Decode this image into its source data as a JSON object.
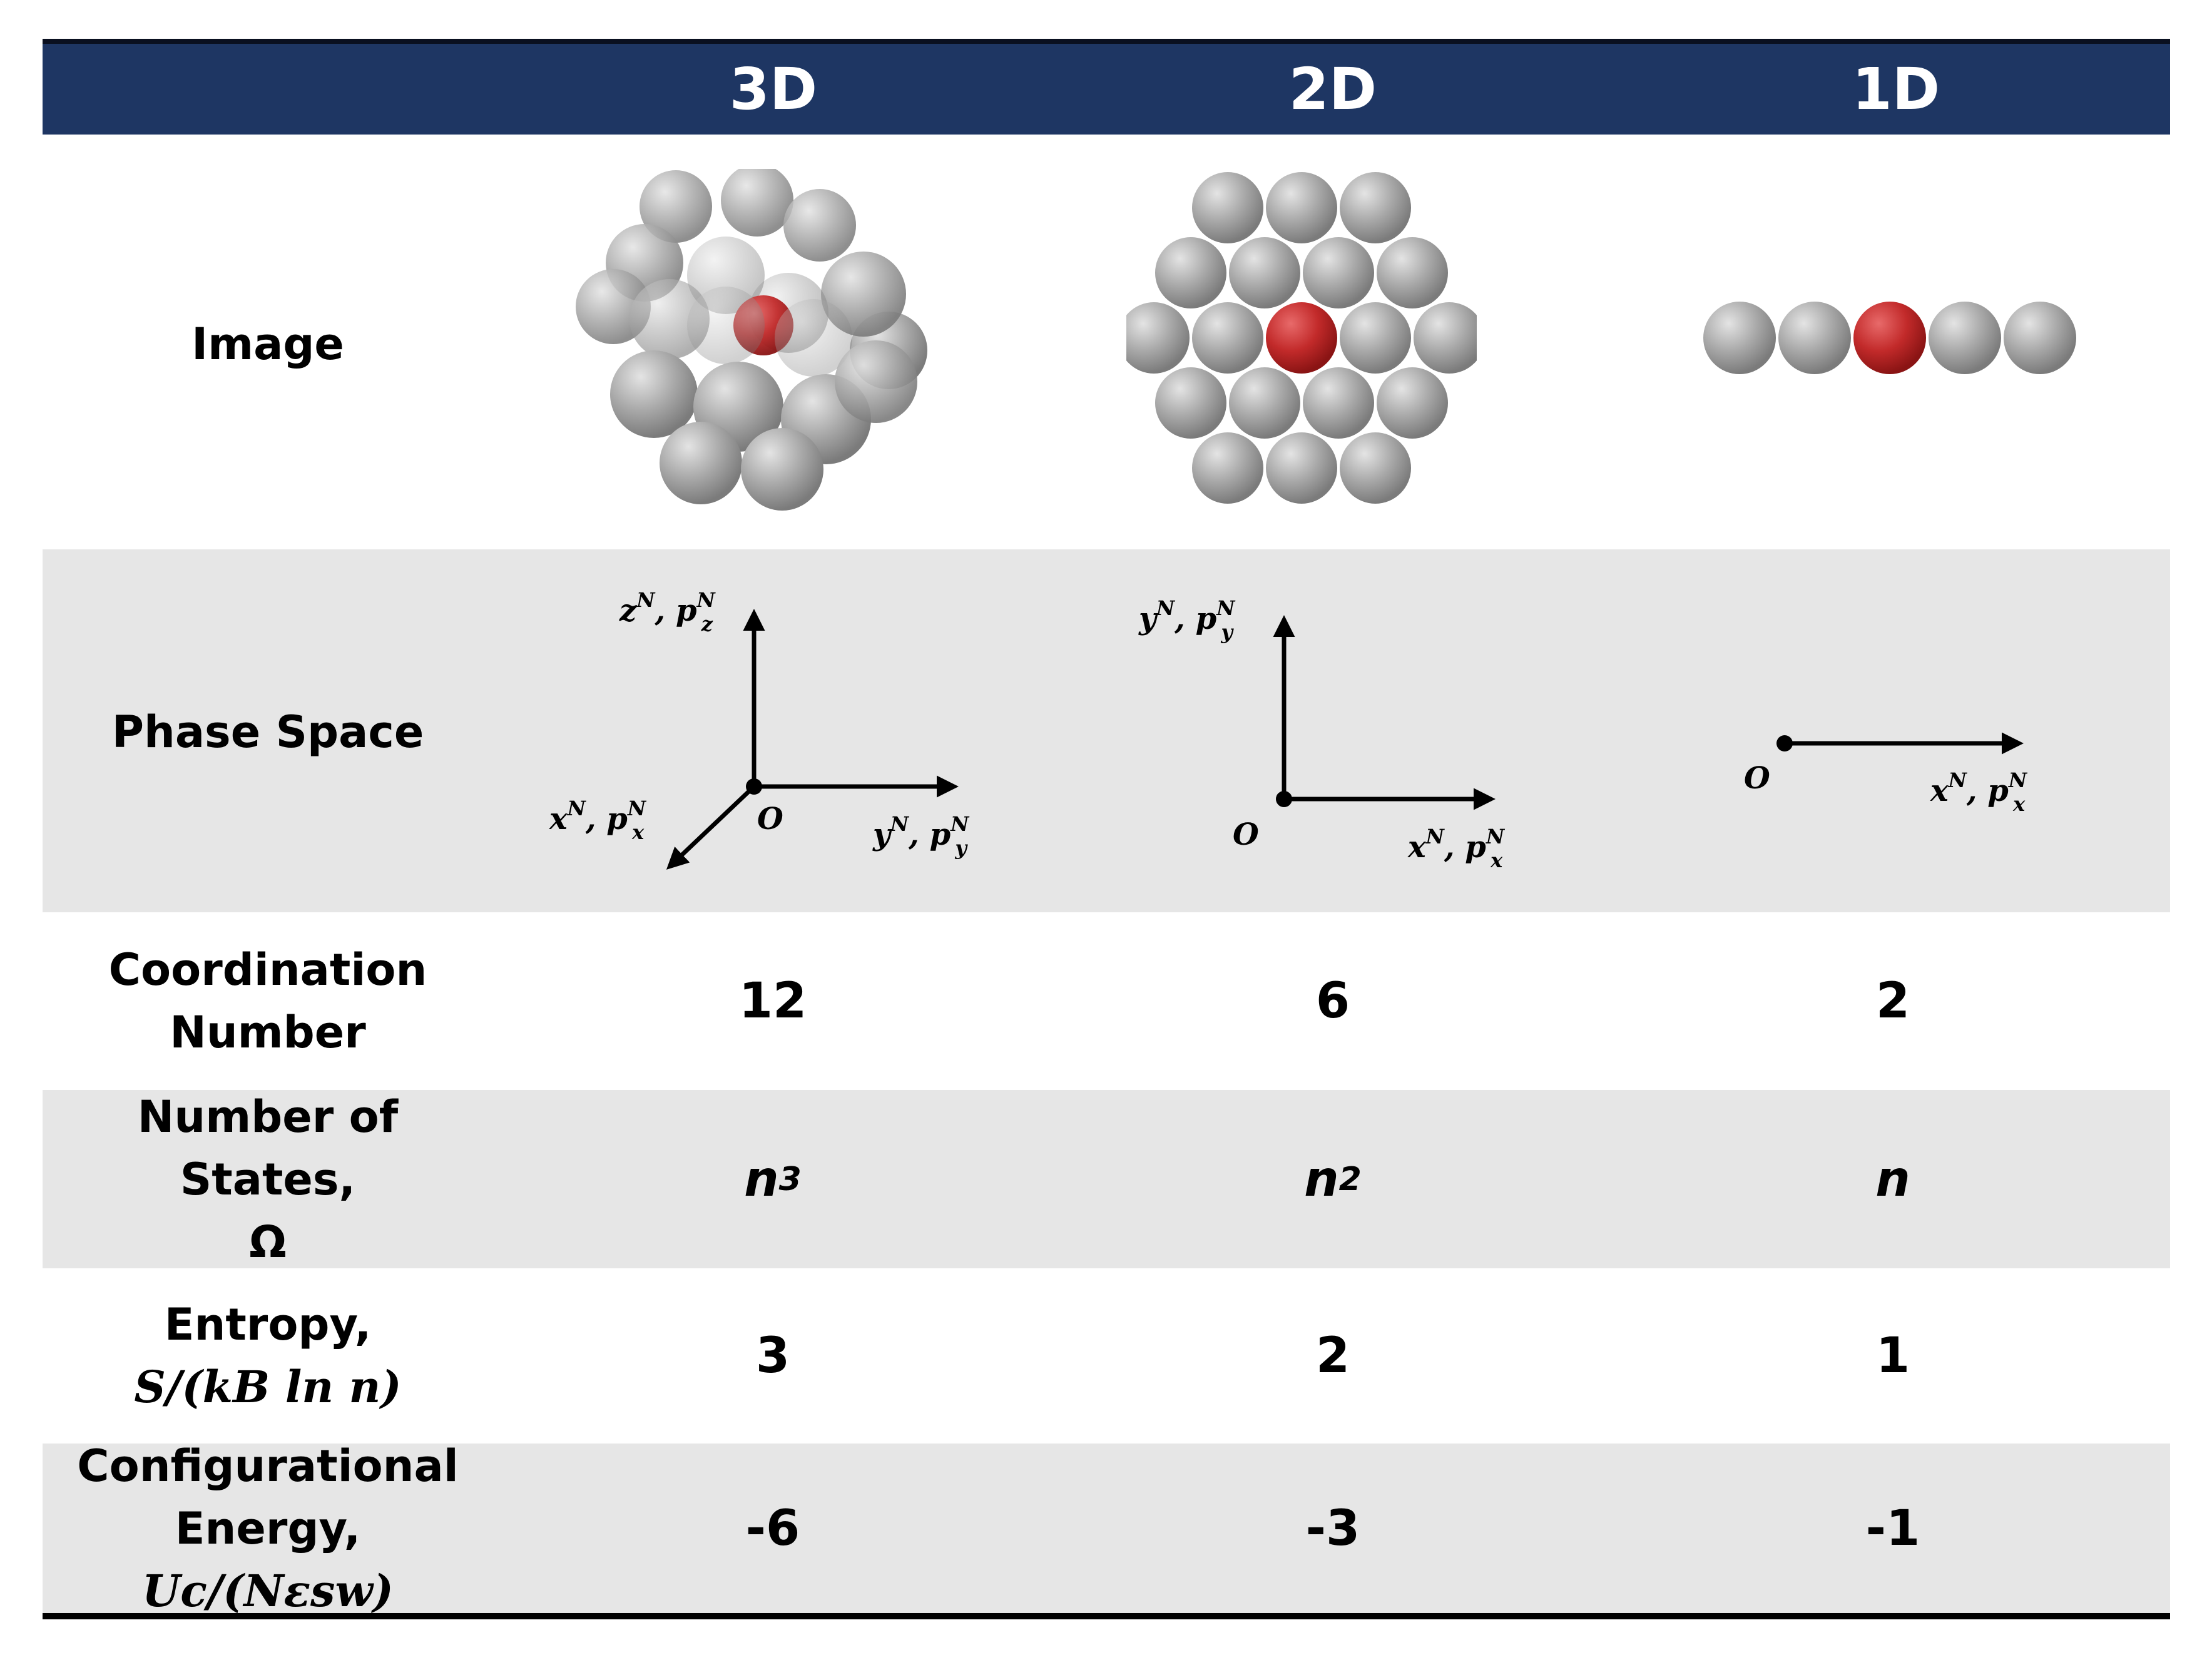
{
  "header": {
    "cols": [
      "3D",
      "2D",
      "1D"
    ]
  },
  "rows": {
    "image": {
      "label": "Image"
    },
    "phase_space": {
      "label": "Phase Space",
      "origin": "O",
      "axes_3d": {
        "z": "z",
        "y": "y",
        "x": "x"
      },
      "axes_2d": {
        "y": "y",
        "x": "x"
      },
      "axes_1d": {
        "x": "x"
      }
    },
    "coordination": {
      "label_line1": "Coordination",
      "label_line2": "Number",
      "values": [
        "12",
        "6",
        "2"
      ]
    },
    "states": {
      "label_line1": "Number of States,",
      "label_line2": "Ω",
      "base": "n",
      "exponents": [
        "3",
        "2",
        ""
      ]
    },
    "entropy": {
      "label_line1": "Entropy,",
      "label_line2": "S/(kB ln n)",
      "values": [
        "3",
        "2",
        "1"
      ]
    },
    "energy": {
      "label_line1": "Configurational",
      "label_line2_prefix": "Energy, ",
      "label_line2_math": "Uc/(Nεsw)",
      "values": [
        "-6",
        "-3",
        "-1"
      ]
    }
  },
  "colors": {
    "header_bg": "#1e3663",
    "band_bg": "#e6e6e6",
    "sphere_gray": "#9a9a9a",
    "sphere_red": "#c8282c"
  }
}
